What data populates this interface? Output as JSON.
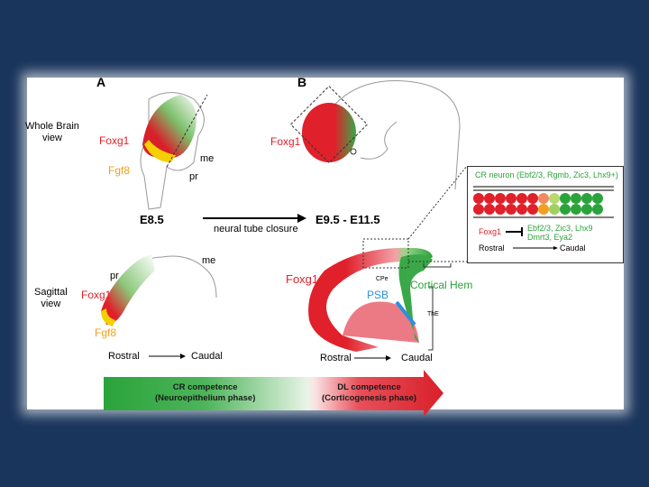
{
  "panels": {
    "a": "A",
    "b": "B"
  },
  "row_labels": {
    "whole_brain": "Whole Brain\nview",
    "whole_brain_l1": "Whole Brain",
    "whole_brain_l2": "view",
    "sagittal_l1": "Sagittal",
    "sagittal_l2": "view"
  },
  "panel_a": {
    "foxg1": "Foxg1",
    "fgf8": "Fgf8",
    "me": "me",
    "pr": "pr",
    "stage": "E8.5"
  },
  "arrow_label": "neural tube closure",
  "panel_b": {
    "foxg1": "Foxg1",
    "stage": "E9.5 - E11.5"
  },
  "sagittal_a": {
    "pr": "pr",
    "me": "me",
    "foxg1": "Foxg1",
    "fgf8": "Fgf8",
    "rostral": "Rostral",
    "caudal": "Caudal"
  },
  "sagittal_b": {
    "foxg1": "Foxg1",
    "cpe": "CPe",
    "cortical_hem": "Cortical Hem",
    "psb": "PSB",
    "the": "ThE",
    "rostral": "Rostral",
    "caudal": "Caudal"
  },
  "inset": {
    "title": "CR neuron (Ebf2/3, Rgmb, Zic3, Lhx9+)",
    "foxg1": "Foxg1",
    "targets_l1": "Ebf2/3, Zic3, Lhx9",
    "targets_l2": "Dmrt3, Eya2",
    "rostral": "Rostral",
    "caudal": "Caudal"
  },
  "bottom_arrow": {
    "cr_l1": "CR competence",
    "cr_l2": "(Neuroepithelium phase)",
    "dl_l1": "DL competence",
    "dl_l2": "(Corticogenesis phase)"
  },
  "colors": {
    "background": "#1a355c",
    "red": "#e0202a",
    "green": "#2aa33a",
    "orange": "#f0a020",
    "blue": "#2b8fe0"
  }
}
